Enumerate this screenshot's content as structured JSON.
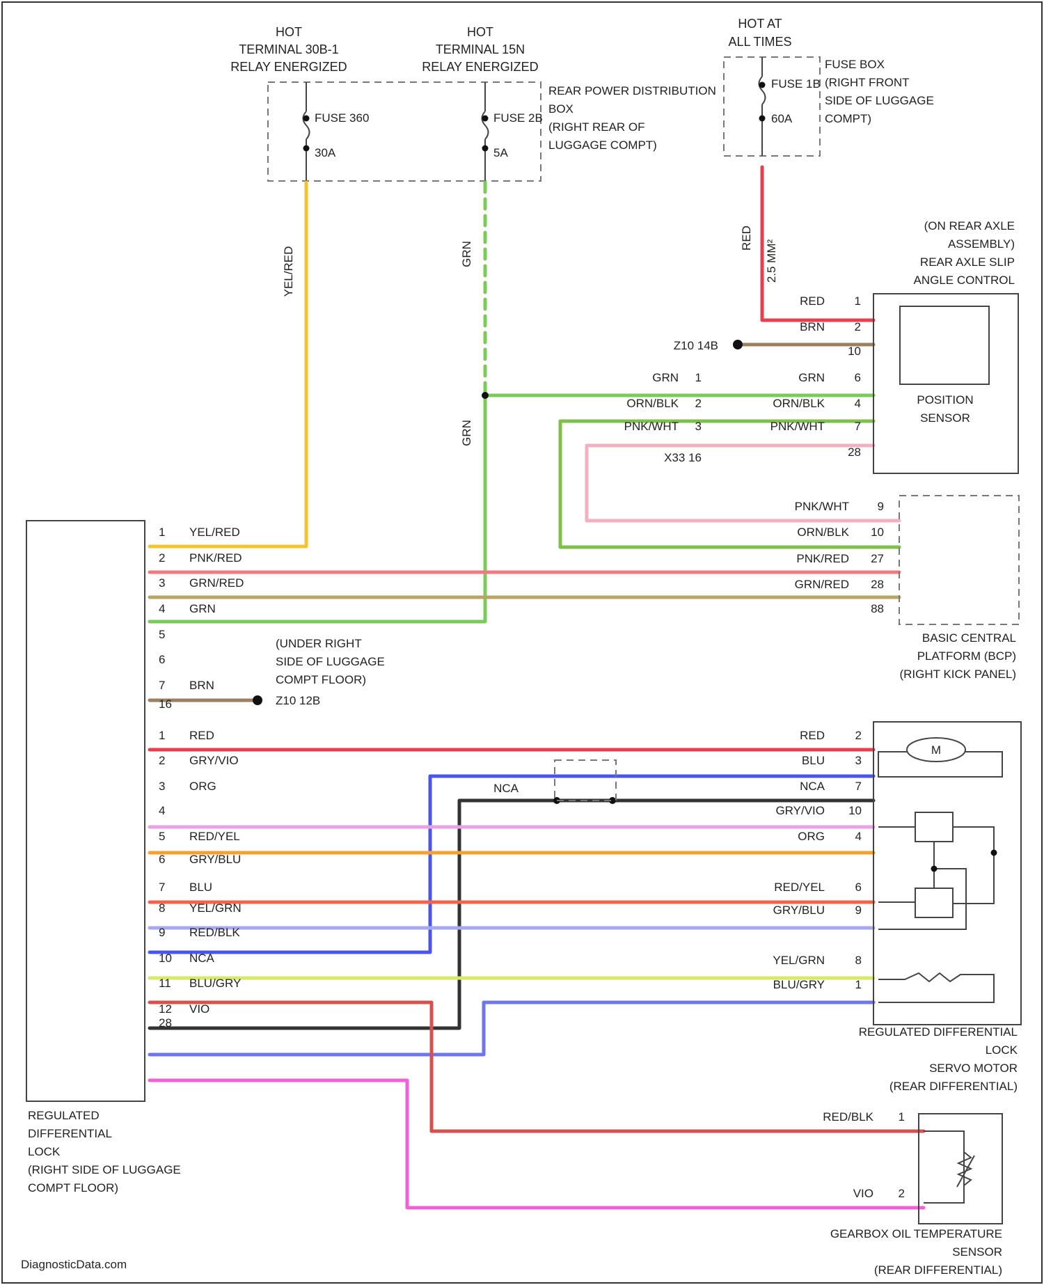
{
  "colors": {
    "YEL/RED": "#f4c430",
    "PNK/RED": "#f07a80",
    "GRN/RED": "#b7a565",
    "GRN": "#7acb5a",
    "RED": "#e83e4e",
    "BRN": "#9a8060",
    "ORN/BLK": "#7fc04a",
    "PNK/WHT": "#f2b0c0",
    "BLU": "#4a55ee",
    "NCA": "#333333",
    "GRY/VIO": "#e9a0e6",
    "ORG": "#f7a030",
    "RED/YEL": "#f2644a",
    "GRY/BLU": "#a9a7f0",
    "YEL/GRN": "#d7e86a",
    "RED/BLK": "#d8504e",
    "BLU/GRY": "#6d76ee",
    "VIO": "#f060d8"
  },
  "power": {
    "hot1": [
      "HOT",
      "TERMINAL 30B-1",
      "RELAY ENERGIZED"
    ],
    "hot2": [
      "HOT",
      "TERMINAL 15N",
      "RELAY ENERGIZED"
    ],
    "hot3": [
      "HOT AT",
      "ALL TIMES"
    ],
    "fuse1": {
      "name": "FUSE 360",
      "amps": "30A"
    },
    "fuse2": {
      "name": "FUSE 2B",
      "amps": "5A"
    },
    "fuse3": {
      "name": "FUSE 1B",
      "amps": "60A"
    },
    "rear_box": [
      "REAR POWER DISTRIBUTION",
      "BOX",
      "(RIGHT REAR OF",
      "LUGGAGE COMPT)"
    ],
    "fuse_box": [
      "FUSE BOX",
      "(RIGHT FRONT",
      "SIDE OF LUGGAGE",
      "COMPT)"
    ],
    "wire1": "YEL/RED",
    "wire2": "GRN",
    "wire3": "RED",
    "wire3_note": "2.5 MM²"
  },
  "slip_sensor": {
    "label": [
      "(ON REAR AXLE",
      "ASSEMBLY)",
      "REAR AXLE SLIP",
      "ANGLE CONTROL"
    ],
    "inner": [
      "POSITION",
      "SENSOR"
    ],
    "pins": [
      {
        "wire": "RED",
        "pin": "1"
      },
      {
        "wire": "BRN",
        "pin": "2"
      },
      {
        "wire": "",
        "pin": "10"
      },
      {
        "wire": "GRN",
        "pin": "6"
      },
      {
        "wire": "ORN/BLK",
        "pin": "4"
      },
      {
        "wire": "PNK/WHT",
        "pin": "7"
      },
      {
        "wire": "",
        "pin": "28"
      }
    ],
    "ground": "Z10 14B",
    "connector": [
      {
        "wire": "GRN",
        "pin": "1"
      },
      {
        "wire": "ORN/BLK",
        "pin": "2"
      },
      {
        "wire": "PNK/WHT",
        "pin": "3"
      }
    ],
    "connector_id": "X33 16"
  },
  "bcp": {
    "label": [
      "BASIC CENTRAL",
      "PLATFORM (BCP)",
      "(RIGHT KICK PANEL)"
    ],
    "pins": [
      {
        "wire": "PNK/WHT",
        "pin": "9"
      },
      {
        "wire": "ORN/BLK",
        "pin": "10"
      },
      {
        "wire": "PNK/RED",
        "pin": "27"
      },
      {
        "wire": "GRN/RED",
        "pin": "28"
      },
      {
        "wire": "",
        "pin": "88"
      }
    ]
  },
  "module": {
    "label": [
      "REGULATED",
      "DIFFERENTIAL",
      "LOCK",
      "(RIGHT SIDE OF LUGGAGE",
      "COMPT FLOOR)"
    ],
    "top_pins": [
      {
        "pin": "1",
        "wire": "YEL/RED"
      },
      {
        "pin": "2",
        "wire": "PNK/RED"
      },
      {
        "pin": "3",
        "wire": "GRN/RED"
      },
      {
        "pin": "4",
        "wire": "GRN"
      },
      {
        "pin": "5",
        "wire": ""
      },
      {
        "pin": "6",
        "wire": ""
      },
      {
        "pin": "7",
        "wire": "BRN"
      },
      {
        "pin": "16",
        "wire": ""
      }
    ],
    "bottom_pins": [
      {
        "pin": "1",
        "wire": "RED"
      },
      {
        "pin": "2",
        "wire": "GRY/VIO"
      },
      {
        "pin": "3",
        "wire": "ORG"
      },
      {
        "pin": "4",
        "wire": ""
      },
      {
        "pin": "5",
        "wire": "RED/YEL"
      },
      {
        "pin": "6",
        "wire": "GRY/BLU"
      },
      {
        "pin": "7",
        "wire": "BLU"
      },
      {
        "pin": "8",
        "wire": "YEL/GRN"
      },
      {
        "pin": "9",
        "wire": "RED/BLK"
      },
      {
        "pin": "10",
        "wire": "NCA"
      },
      {
        "pin": "11",
        "wire": "BLU/GRY"
      },
      {
        "pin": "12",
        "wire": "VIO"
      },
      {
        "pin": "28",
        "wire": ""
      }
    ],
    "ground_label": [
      "(UNDER RIGHT",
      "SIDE OF LUGGAGE",
      "COMPT FLOOR)"
    ],
    "ground_id": "Z10 12B"
  },
  "servo": {
    "label": [
      "REGULATED DIFFERENTIAL",
      "LOCK",
      "SERVO MOTOR",
      "(REAR DIFFERENTIAL)"
    ],
    "motor": "M",
    "pins": [
      {
        "wire": "RED",
        "pin": "2"
      },
      {
        "wire": "BLU",
        "pin": "3"
      },
      {
        "wire": "NCA",
        "pin": "7"
      },
      {
        "wire": "GRY/VIO",
        "pin": "10"
      },
      {
        "wire": "ORG",
        "pin": "4"
      },
      {
        "wire": "RED/YEL",
        "pin": "6"
      },
      {
        "wire": "GRY/BLU",
        "pin": "9"
      },
      {
        "wire": "YEL/GRN",
        "pin": "8"
      },
      {
        "wire": "BLU/GRY",
        "pin": "1"
      }
    ]
  },
  "temp_sensor": {
    "label": [
      "GEARBOX OIL TEMPERATURE",
      "SENSOR",
      "(REAR DIFFERENTIAL)"
    ],
    "pins": [
      {
        "wire": "RED/BLK",
        "pin": "1"
      },
      {
        "wire": "VIO",
        "pin": "2"
      }
    ]
  },
  "footer": "DiagnosticData.com"
}
